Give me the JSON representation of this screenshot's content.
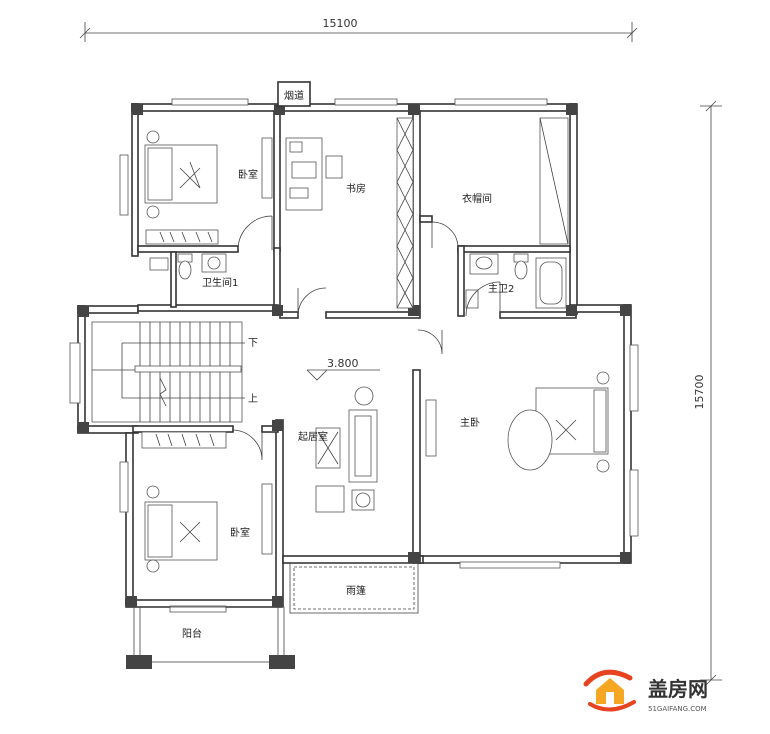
{
  "dimensions": {
    "width_total": "15100",
    "depth_total": "15700"
  },
  "level": {
    "elevation": "3.800"
  },
  "rooms": {
    "chimney": "烟道",
    "bedroom_top": "卧室",
    "study": "书房",
    "walkin_closet": "衣帽间",
    "bath1": "卫生间1",
    "master_bath2": "主卫2",
    "living": "起居室",
    "master_bedroom": "主卧",
    "bedroom_bottom": "卧室",
    "canopy": "雨篷",
    "balcony": "阳台"
  },
  "stairs": {
    "down": "下",
    "up": "上"
  },
  "logo": {
    "name": "盖房网",
    "url": "51GAIFANG.COM",
    "brand_color": "#e8431f",
    "accent_color": "#f5a623"
  }
}
